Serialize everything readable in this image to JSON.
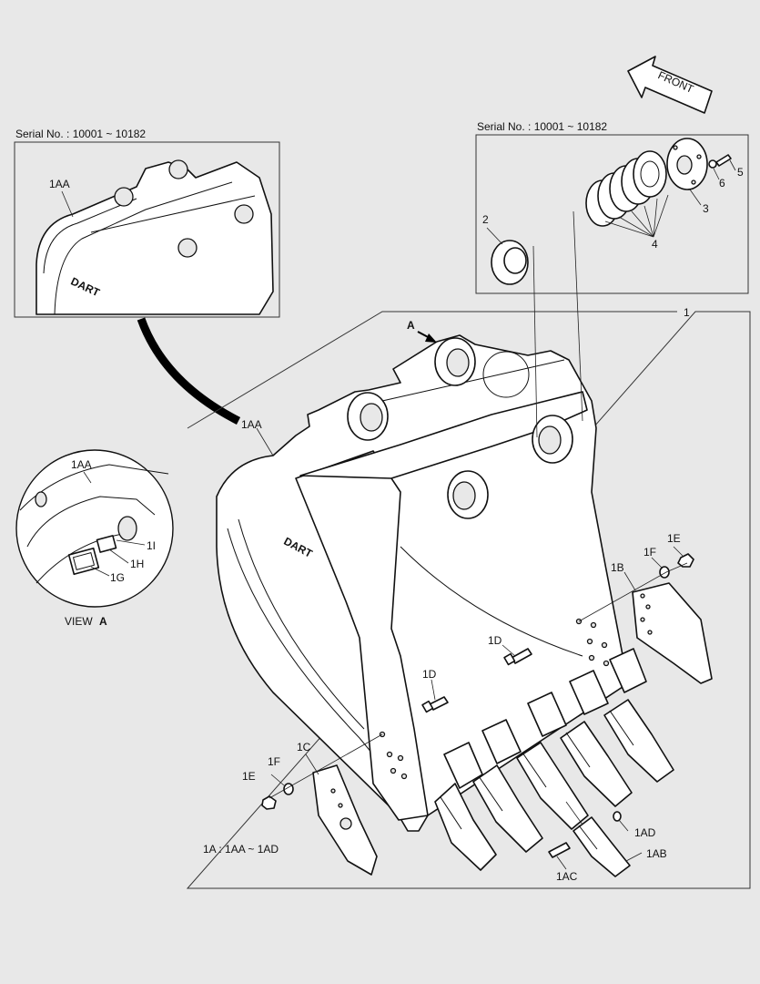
{
  "inset_left": {
    "serial": "Serial No. : 10001 ~ 10182",
    "label": "1AA"
  },
  "inset_right": {
    "serial": "Serial No. : 10001 ~ 10182"
  },
  "front_arrow": {
    "text": "FRONT"
  },
  "view_a": {
    "text": "VIEW",
    "letter": "A",
    "detail_letter": "A"
  },
  "logo_text": "DART",
  "labels": {
    "n1": "1",
    "n2": "2",
    "n3": "3",
    "n4": "4",
    "n5": "5",
    "n6": "6",
    "aa_view": "1AA",
    "aa_main": "1AA",
    "g": "1G",
    "h": "1H",
    "i": "1I",
    "b": "1B",
    "c": "1C",
    "d_upper": "1D",
    "d_lower": "1D",
    "e_right": "1E",
    "e_left": "1E",
    "f_right": "1F",
    "f_left": "1F",
    "ab": "1AB",
    "ac": "1AC",
    "ad": "1AD"
  },
  "range_note": "1A : 1AA ~ 1AD"
}
